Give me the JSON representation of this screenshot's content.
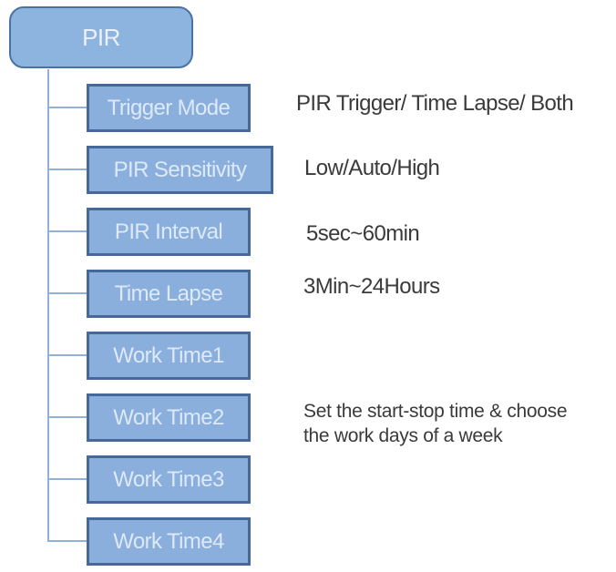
{
  "diagram": {
    "root_node": {
      "label": "PIR"
    },
    "nodes": [
      {
        "id": "trigger-mode",
        "label": "Trigger Mode",
        "annotation": "PIR Trigger/ Time Lapse/ Both"
      },
      {
        "id": "pir-sensitivity",
        "label": "PIR Sensitivity",
        "annotation": "Low/Auto/High"
      },
      {
        "id": "pir-interval",
        "label": "PIR Interval",
        "annotation": "5sec~60min"
      },
      {
        "id": "time-lapse",
        "label": "Time Lapse",
        "annotation": "3Min~24Hours"
      },
      {
        "id": "work-time1",
        "label": "Work Time1"
      },
      {
        "id": "work-time2",
        "label": "Work Time2",
        "annotation_lines": [
          "Set the start-stop time & choose",
          "the work days of a week"
        ]
      },
      {
        "id": "work-time3",
        "label": "Work Time3"
      },
      {
        "id": "work-time4",
        "label": "Work Time4"
      }
    ],
    "colors": {
      "background": "#ffffff",
      "root_fill": "#8db3df",
      "root_border": "#4a72a2",
      "root_text": "#eaf1fb",
      "node_fill": "#8aafdc",
      "node_border": "#46699a",
      "node_text": "#dde9f7",
      "connector": "#93b1d6",
      "annotation_text": "#3a3a3a"
    }
  }
}
